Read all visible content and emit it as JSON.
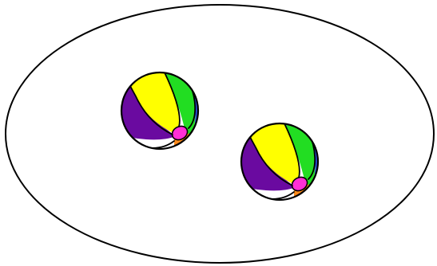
{
  "scene": {
    "container_shape": "ellipse",
    "object_name": "beach-ball",
    "object_count": 2
  },
  "colors": {
    "background": "#ffffff",
    "outline": "#000000",
    "ball_yellow": "#ffff00",
    "ball_green": "#22dd22",
    "ball_blue": "#2a4bd7",
    "ball_purple": "#6a0aa0",
    "ball_red": "#ee1c1c",
    "ball_orange": "#ff8a1a",
    "ball_magenta": "#ff2fd6"
  }
}
